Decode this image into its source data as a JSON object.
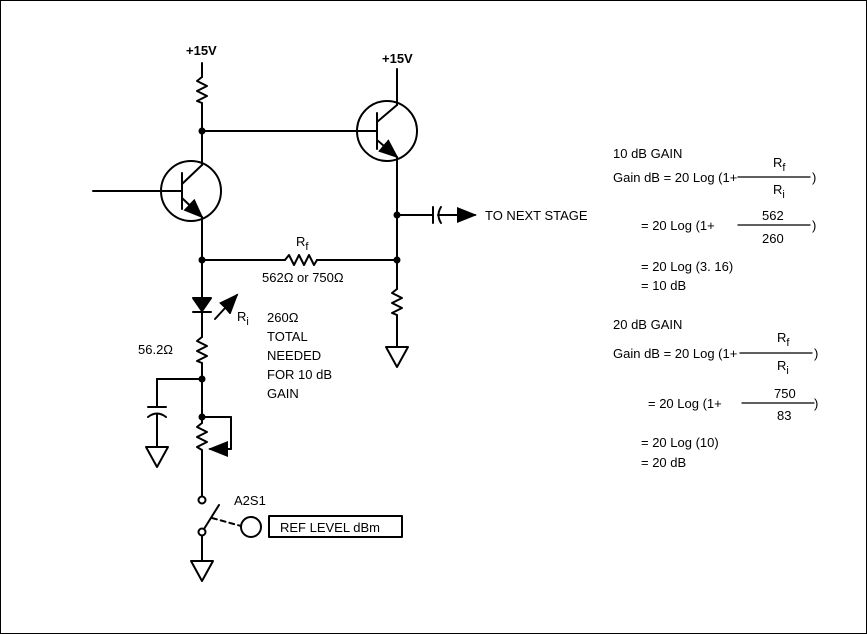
{
  "schematic": {
    "supply_left": "+15V",
    "supply_right": "+15V",
    "feedback_resistor": "R",
    "feedback_resistor_sub": "f",
    "feedback_values": "562Ω or 750Ω",
    "input_resistor": "R",
    "input_resistor_sub": "i",
    "resistor_56": "56.2Ω",
    "note_value": "260Ω",
    "note_line1": "TOTAL",
    "note_line2": "NEEDED",
    "note_line3": "FOR 10 dB",
    "note_line4": "GAIN",
    "output_label": "TO NEXT STAGE",
    "switch_label": "A2S1",
    "ref_level_label": "REF LEVEL dBm"
  },
  "calc_10db": {
    "heading": "10 dB GAIN",
    "eq1_prefix": "Gain dB = 20 Log (1+",
    "eq1_num": "R",
    "eq1_num_sub": "f",
    "eq1_den": "R",
    "eq1_den_sub": "i",
    "eq1_suffix": ")",
    "eq2_prefix": "= 20 Log (1+",
    "eq2_num": "562",
    "eq2_den": "260",
    "eq2_suffix": ")",
    "eq3": "= 20 Log (3. 16)",
    "eq4": "= 10 dB"
  },
  "calc_20db": {
    "heading": "20 dB GAIN",
    "eq1_prefix": "Gain dB = 20 Log (1+",
    "eq1_num": "R",
    "eq1_num_sub": "f",
    "eq1_den": "R",
    "eq1_den_sub": "i",
    "eq1_suffix": ")",
    "eq2_prefix": "= 20 Log (1+",
    "eq2_num": "750",
    "eq2_den": "83",
    "eq2_suffix": ")",
    "eq3": "= 20 Log (10)",
    "eq4": "= 20 dB"
  }
}
